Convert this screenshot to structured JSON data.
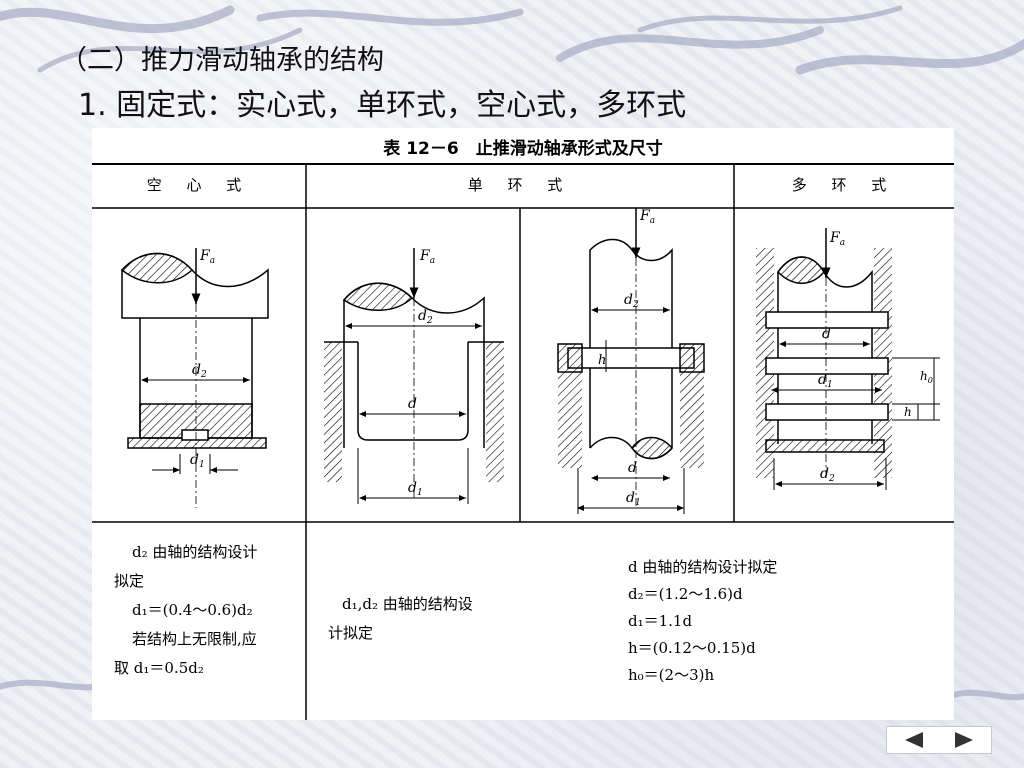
{
  "slide": {
    "title": "（二）推力滑动轴承的结构",
    "subtitle": "1. 固定式：实心式，单环式，空心式，多环式"
  },
  "table": {
    "caption": "表 12－6　止推滑动轴承形式及尺寸",
    "columns": [
      "空 心 式",
      "单 环 式",
      "多 环 式"
    ],
    "notes": {
      "hollow": [
        "d₂ 由轴的结构设计",
        "拟定",
        "d₁＝(0.4～0.6)d₂",
        "若结构上无限制,应",
        "取 d₁＝0.5d₂"
      ],
      "single": [
        "d₁,d₂ 由轴的结构设",
        "计拟定"
      ],
      "multi": [
        "d 由轴的结构设计拟定",
        "d₂＝(1.2～1.6)d",
        "d₁＝1.1d",
        "h＝(0.12～0.15)d",
        "h₀＝(2～3)h"
      ]
    },
    "labels": {
      "force": "F",
      "force_sub": "a",
      "d": "d",
      "d1": "d",
      "d1_sub": "1",
      "d2": "d",
      "d2_sub": "2",
      "h": "h",
      "h0": "h",
      "h0_sub": "0"
    }
  },
  "nav": {
    "prev_icon": "triangle-left-icon",
    "next_icon": "triangle-right-icon"
  }
}
